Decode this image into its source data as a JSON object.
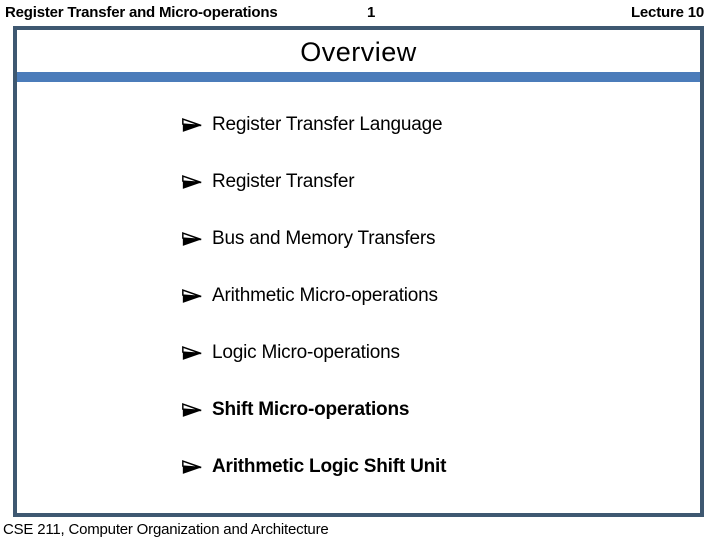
{
  "header": {
    "left": "Register Transfer and Micro-operations",
    "page_number": "1",
    "right": "Lecture 10"
  },
  "slide": {
    "title": "Overview",
    "bullets": [
      {
        "label": "Register Transfer Language",
        "bold": false
      },
      {
        "label": "Register Transfer",
        "bold": false
      },
      {
        "label": "Bus and Memory Transfers",
        "bold": false
      },
      {
        "label": "Arithmetic Micro-operations",
        "bold": false
      },
      {
        "label": "Logic Micro-operations",
        "bold": false
      },
      {
        "label": "Shift Micro-operations",
        "bold": true
      },
      {
        "label": "Arithmetic Logic Shift Unit",
        "bold": true
      }
    ]
  },
  "footer": {
    "text": "CSE 211, Computer Organization and Architecture"
  },
  "colors": {
    "frame_border": "#3E5871",
    "accent_bar": "#4B7CBA",
    "text": "#000000",
    "background": "#FFFFFF"
  },
  "icons": {
    "bullet": "arrowhead-right-3d"
  }
}
